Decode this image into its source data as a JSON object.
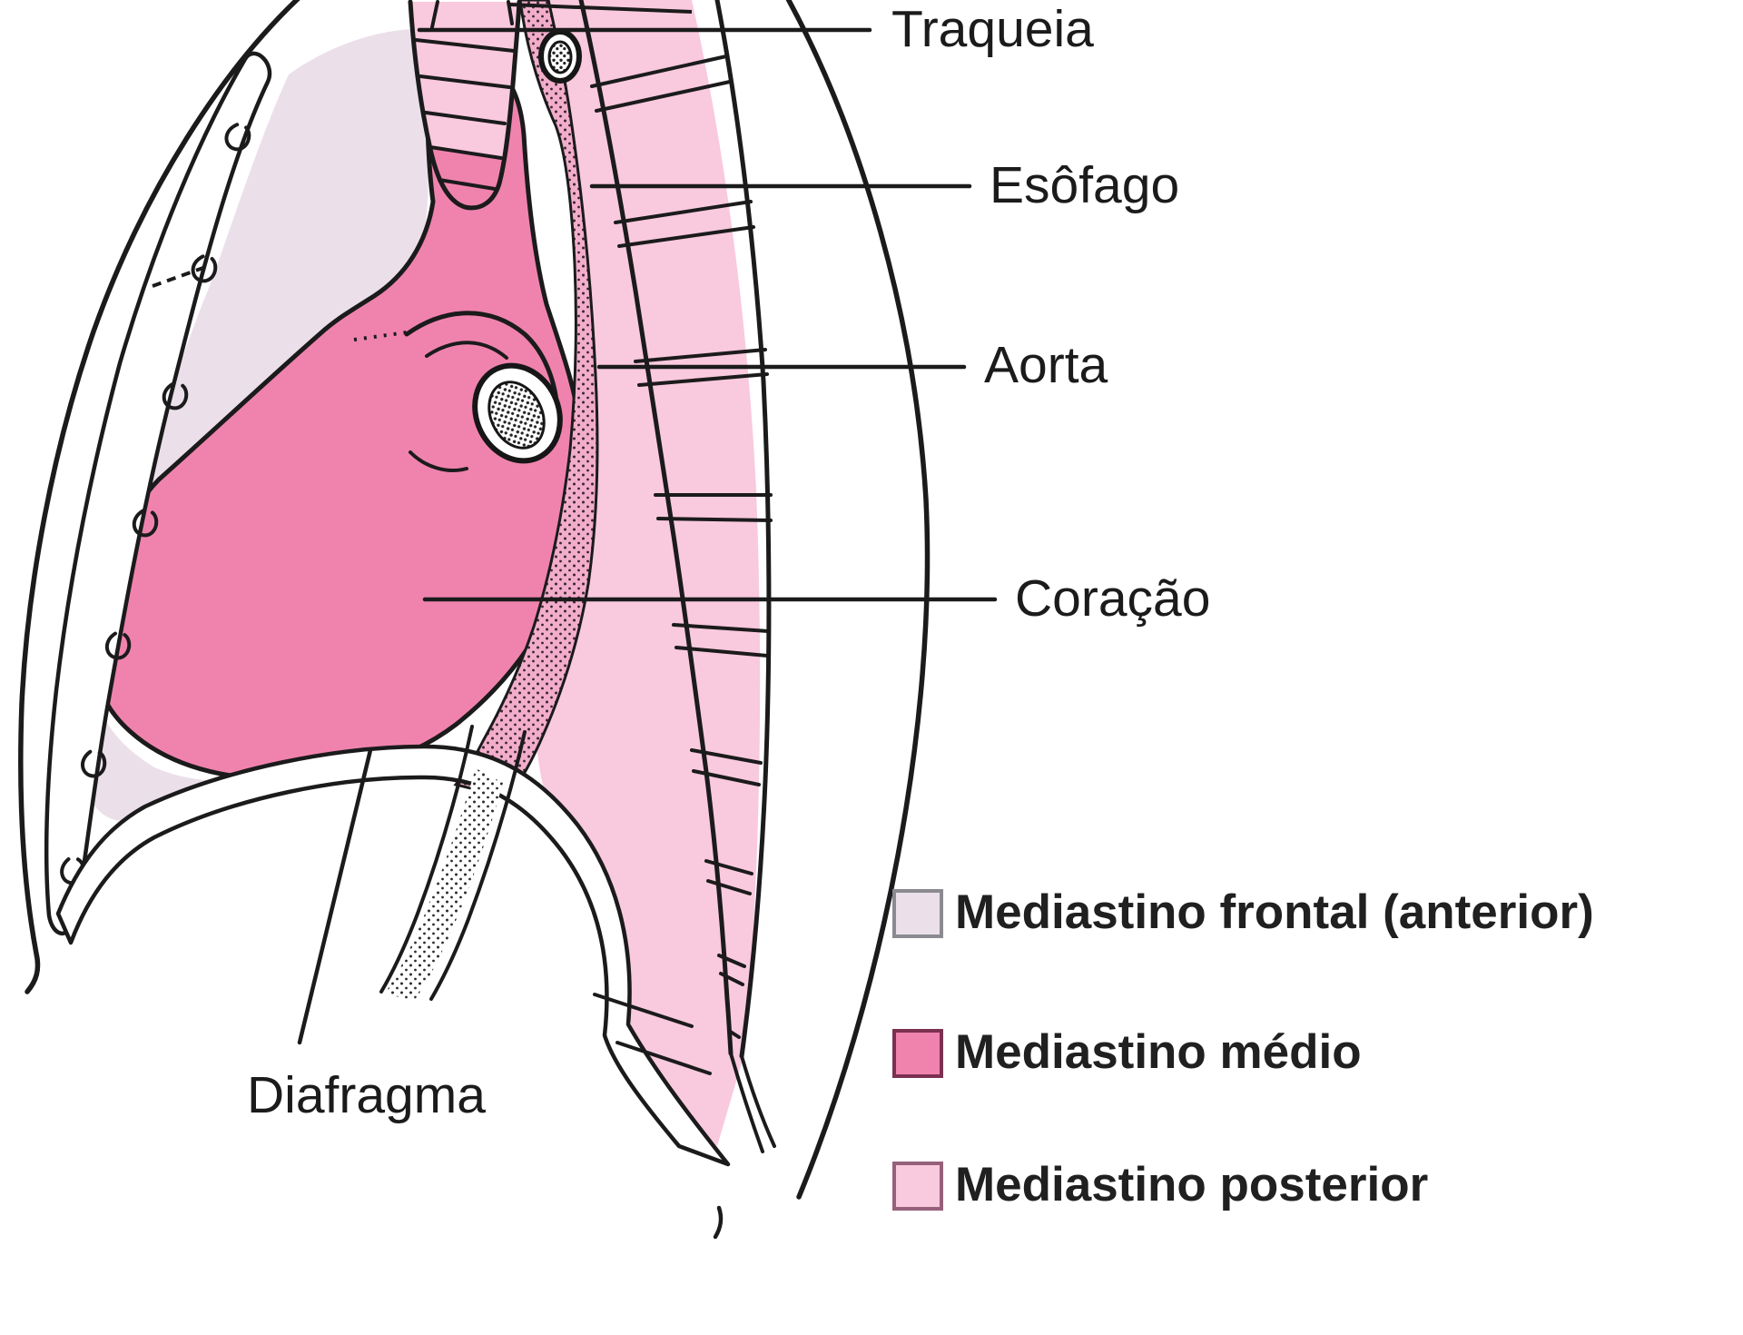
{
  "figure": {
    "type": "anatomical-diagram",
    "subject": "Mediastinum divisions, sagittal view of thorax",
    "language": "pt-BR",
    "labels": {
      "traqueia": "Traqueia",
      "esofago": "Esôfago",
      "aorta": "Aorta",
      "coracao": "Coração",
      "diafragma": "Diafragma"
    },
    "legend": [
      {
        "label": "Mediastino frontal (anterior)",
        "color": "#EBE0EA",
        "border": "#8a8a90"
      },
      {
        "label": "Mediastino médio",
        "color": "#F083AE",
        "border": "#7c3050"
      },
      {
        "label": "Mediastino posterior",
        "color": "#F9C9DE",
        "border": "#96607a"
      }
    ],
    "colors": {
      "anterior": "#EBE0EA",
      "middle": "#F083AE",
      "posterior": "#F9C9DE",
      "esophagus_pink": "#F2ADCB",
      "outline": "#1b1b1b"
    }
  }
}
